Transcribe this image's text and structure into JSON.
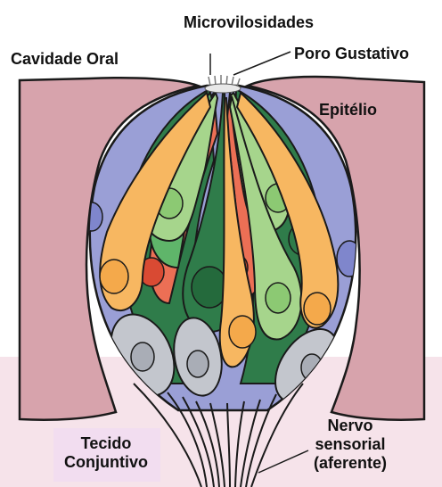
{
  "labels": {
    "microvilli": "Microvilosidades",
    "taste_pore": "Poro Gustativo",
    "oral_cavity": "Cavidade Oral",
    "epithelium": "Epitélio",
    "connective_tissue_line1": "Tecido",
    "connective_tissue_line2": "Conjuntivo",
    "sensory_nerve_line1": "Nervo",
    "sensory_nerve_line2": "sensorial",
    "sensory_nerve_line3": "(aferente)"
  },
  "colors": {
    "epithelium": "#d7a3ac",
    "connective_tissue": "#f6e3ea",
    "connective_label_bg": "#f2ddf0",
    "basal_purple": "#9a9fd6",
    "orange_cell": "#f7b761",
    "light_green_cell": "#a6d58c",
    "dark_green_cell": "#2f7c4a",
    "green_cell": "#5fb56a",
    "red_cell": "#ec6f55",
    "gray_cell": "#c3c6cd",
    "outline": "#1a1a1a"
  }
}
